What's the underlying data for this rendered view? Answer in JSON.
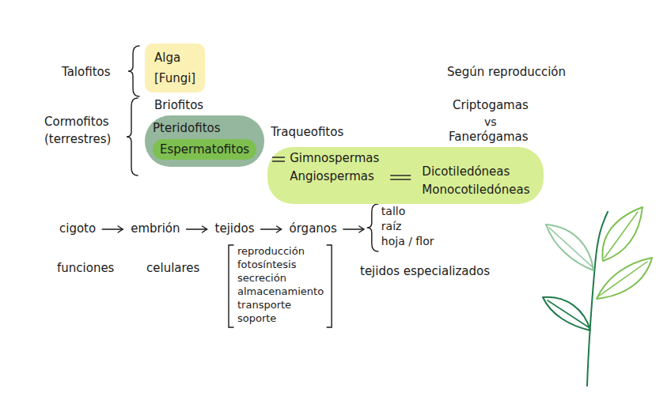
{
  "diagram": {
    "nodes": [
      {
        "text": [
          "Alga",
          "[Fungi]"
        ]
      },
      {
        "text": [
          "Pteridofitos"
        ]
      },
      {
        "text": [
          "Espermatofitos"
        ],
        "in": 1
      },
      {
        "text": [
          "Gimnospermas",
          "Angiospermas",
          "Dicotiledóneas",
          "Monocotiledóneas"
        ]
      }
    ],
    "labels": [
      "Talofitos",
      "Cormofitos",
      "(terrestres)",
      "Briofitos",
      "Traqueofitos",
      "Según reproducción",
      "Criptogamas",
      "vs",
      "Fanerógamas",
      "cigoto",
      "embrión",
      "tejidos",
      "órganos",
      "tallo",
      "raíz",
      "hoja / flor",
      "funciones",
      "celulares",
      "reproducción",
      "fotosíntesis",
      "secreción",
      "almacenamiento",
      "transporte",
      "soporte",
      "tejidos especializados"
    ]
  }
}
